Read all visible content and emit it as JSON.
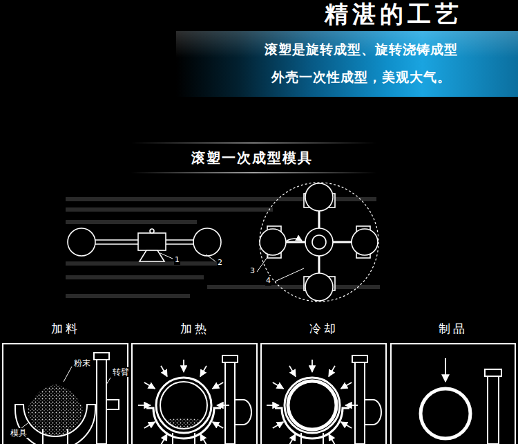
{
  "diagram": {
    "title": "精湛的工艺",
    "nodes": [
      {
        "text": [
          "滚塑是旋转成型、旋转浇铸成型",
          "外壳一次性成型，美观大气。"
        ]
      },
      {
        "text": [
          "加料"
        ]
      },
      {
        "text": [
          "加热"
        ]
      },
      {
        "text": [
          "冷却"
        ]
      },
      {
        "text": [
          "制品"
        ]
      }
    ],
    "labels": [
      "滚塑一次成型模具",
      "1",
      "2",
      "3",
      "4",
      "粉末",
      "转臂",
      "模具"
    ]
  }
}
